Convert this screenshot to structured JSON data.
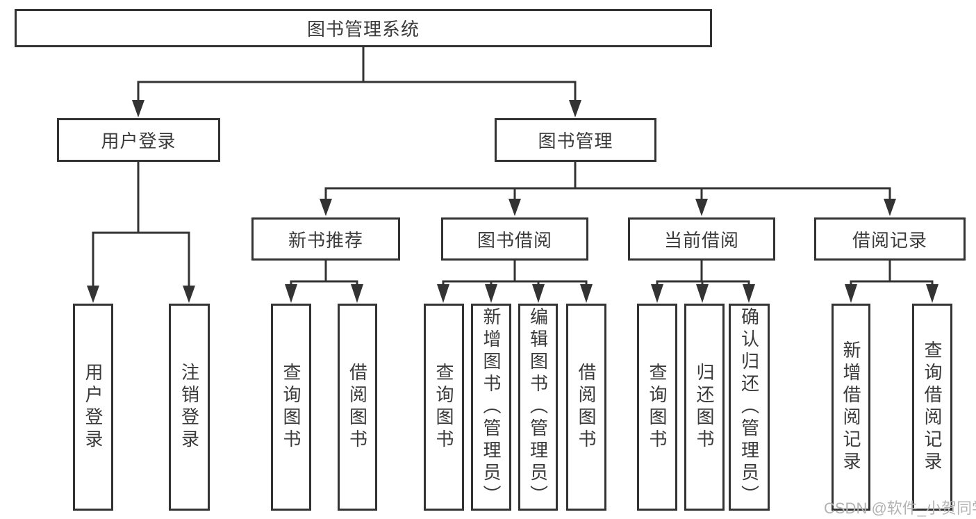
{
  "colors": {
    "line": "#333333",
    "node_border": "#333333",
    "node_text": "#3a3a3a",
    "background": "#ffffff",
    "watermark_text": "#b3b3b3"
  },
  "diagram": {
    "title": "图书管理系统",
    "level2": {
      "user_login": "用户登录",
      "book_management": "图书管理"
    },
    "level3": {
      "new_books": "新书推荐",
      "book_borrowing": "图书借阅",
      "current_borrowing": "当前借阅",
      "borrowing_records": "借阅记录"
    },
    "leaves": {
      "user_login": [
        "用户登录",
        "注销登录"
      ],
      "new_books": [
        "查询图书",
        "借阅图书"
      ],
      "book_borrowing": [
        "查询图书",
        "新增图书（管理员）",
        "编辑图书（管理员）",
        "借阅图书"
      ],
      "current_borrowing": [
        "查询图书",
        "归还图书",
        "确认归还（管理员）"
      ],
      "borrowing_records": [
        "新增借阅记录",
        "查询借阅记录"
      ]
    }
  },
  "watermark": "CSDN @软件_小贺同学"
}
